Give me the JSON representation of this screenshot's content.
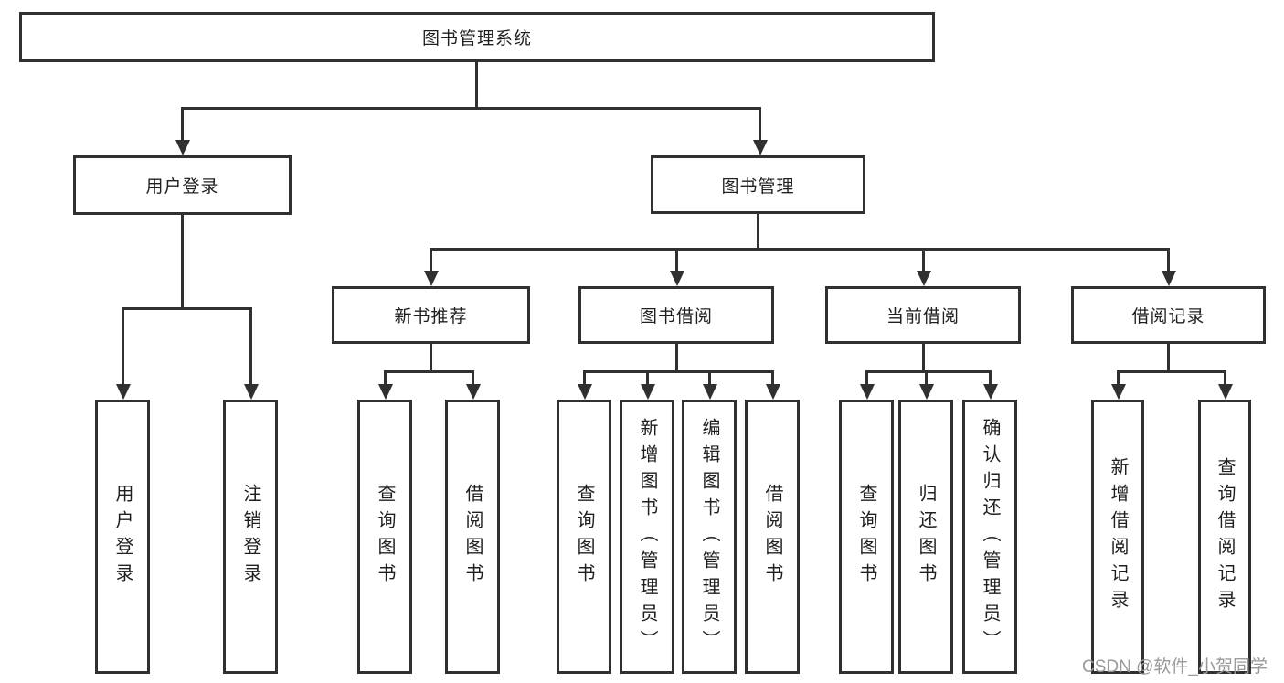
{
  "nodes": {
    "root": "图书管理系统",
    "user_login": "用户登录",
    "book_mgmt": "图书管理",
    "new_book_rec": "新书推荐",
    "book_borrow": "图书借阅",
    "current_borrow": "当前借阅",
    "borrow_records": "借阅记录",
    "leaf_user_login": "用户登录",
    "leaf_logout": "注销登录",
    "leaf_query_book_rec": "查询图书",
    "leaf_borrow_book_rec": "借阅图书",
    "leaf_query_book_borrow": "查询图书",
    "leaf_add_book_admin": "新增图书（管理员）",
    "leaf_edit_book_admin": "编辑图书（管理员）",
    "leaf_borrow_book_borrow": "借阅图书",
    "leaf_query_book_current": "查询图书",
    "leaf_return_book": "归还图书",
    "leaf_confirm_return_admin": "确认归还（管理员）",
    "leaf_add_borrow_record": "新增借阅记录",
    "leaf_query_borrow_record": "查询借阅记录"
  },
  "hierarchy": {
    "图书管理系统": {
      "用户登录": [
        "用户登录",
        "注销登录"
      ],
      "图书管理": {
        "新书推荐": [
          "查询图书",
          "借阅图书"
        ],
        "图书借阅": [
          "查询图书",
          "新增图书（管理员）",
          "编辑图书（管理员）",
          "借阅图书"
        ],
        "当前借阅": [
          "查询图书",
          "归还图书",
          "确认归还（管理员）"
        ],
        "借阅记录": [
          "新增借阅记录",
          "查询借阅记录"
        ]
      }
    }
  },
  "watermark": "CSDN @软件_小贺同学",
  "colors": {
    "line": "#303030",
    "text": "#1f1f1f",
    "watermark": "#9a9a9a",
    "background": "#ffffff"
  }
}
